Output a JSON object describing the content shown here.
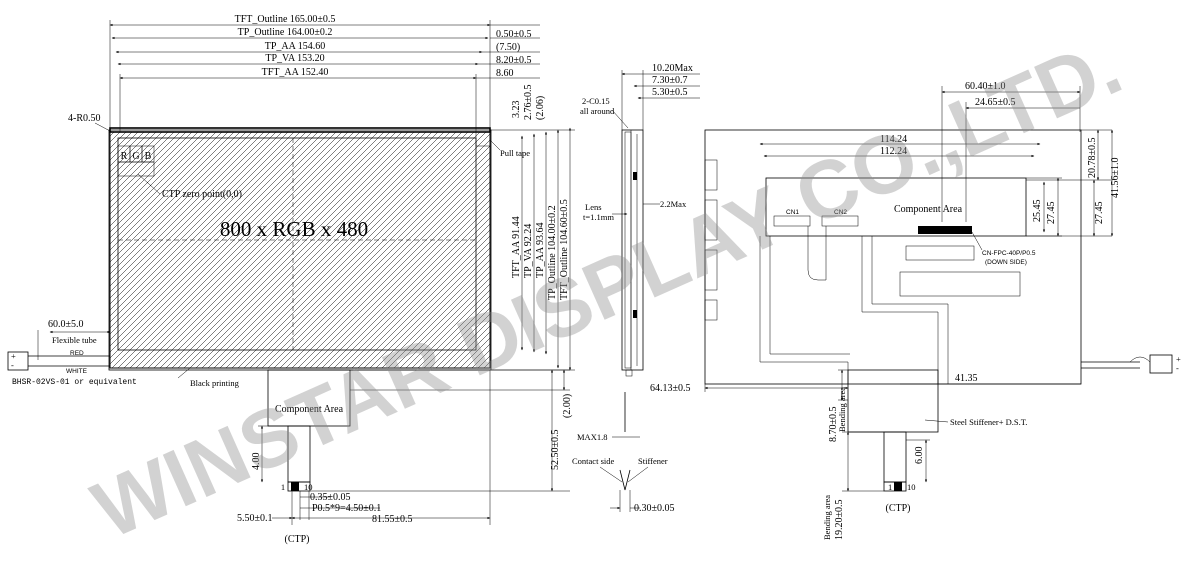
{
  "watermark": "WINSTAR DISPLAY CO.,LTD.",
  "front_view": {
    "dims_top": [
      "TFT_Outline 165.00±0.5",
      "TP_Outline 164.00±0.2",
      "TP_AA 154.60",
      "TP_VA  153.20",
      "TFT_AA 152.40"
    ],
    "dims_top_right": [
      "0.50±0.5",
      "(7.50)",
      "8.20±0.5",
      "8.60"
    ],
    "dims_side_small": [
      "3.23",
      "2.76±0.5",
      "(2.06)"
    ],
    "dims_vertical": [
      "TFT_AA 91.44",
      "TP_VA  92.24",
      "TP_AA 93.64",
      "TP_Outline 104.00±0.2",
      "TFT_Outline 104.60±0.5"
    ],
    "corner_radius": "4-R0.50",
    "rgb_cells": [
      "R",
      "G",
      "B"
    ],
    "ctp_zero": "CTP zero point(0,0)",
    "resolution": "800 x RGB x 480",
    "pull_tape": "Pull tape",
    "black_printing": "Black printing",
    "component_area": "Component Area",
    "dim_4": "4.00",
    "dim_2": "(2.00)",
    "dim_52": "52.50±0.5",
    "pin_1": "1",
    "pin_10": "10",
    "dim_035": "0.35±0.05",
    "dim_pitch": "P0.5*9=4.50±0.1",
    "dim_550": "5.50±0.1",
    "dim_8155": "81.55±0.5",
    "ctp": "(CTP)",
    "cable_len": "60.0±5.0",
    "flexible_tube": "Flexible tube",
    "wire_red": "RED",
    "wire_white": "WHITE",
    "connector": "BHSR-02VS-01  or equivalent"
  },
  "side_view": {
    "dims": [
      "10.20Max",
      "7.30±0.7",
      "5.30±0.5"
    ],
    "chamfer": "2-C0.15",
    "all_around": "all around",
    "lens": "Lens",
    "lens_t": "t=1.1mm",
    "max22": "2.2Max",
    "max18": "MAX1.8",
    "contact_side": "Contact side",
    "stiffener": "Stiffener",
    "dim_030": "0.30±0.05"
  },
  "back_view": {
    "dims_top": [
      "60.40±1.0",
      "24.65±0.5",
      "114.24",
      "112.24"
    ],
    "dims_right": [
      "20.78±0.5",
      "41.56±1.0",
      "25.45",
      "27.45",
      "27.45"
    ],
    "component_area": "Component Area",
    "fpc_label": "CN-FPC-40P/P0.5",
    "down_side": "(DOWN SIDE)",
    "cn_labels": [
      "CN1",
      "CN2"
    ],
    "dim_6413": "64.13±0.5",
    "dim_4135": "41.35",
    "dim_870": "8.70±0.5",
    "bending_area": "Bending area",
    "steel": "Steel Stiffener+ D.S.T.",
    "dim_600": "6.00",
    "dim_1920": "19.20±0.5",
    "bending_area2": "Bending area",
    "pin_1": "1",
    "pin_10": "10",
    "ctp": "(CTP)",
    "wire_plus": "+",
    "wire_minus": "-"
  }
}
